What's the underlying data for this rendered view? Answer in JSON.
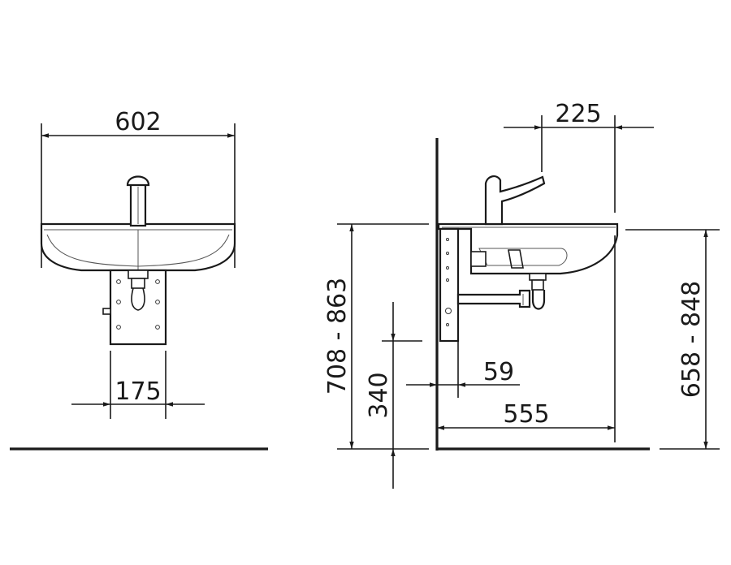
{
  "front_view": {
    "width_label": "602",
    "bracket_width_label": "175"
  },
  "side_view": {
    "spout_offset_label": "225",
    "rim_height_label": "708 - 863",
    "bottom_height_label": "340",
    "wall_gap_label": "59",
    "depth_label": "555",
    "front_height_label": "658 - 848"
  }
}
